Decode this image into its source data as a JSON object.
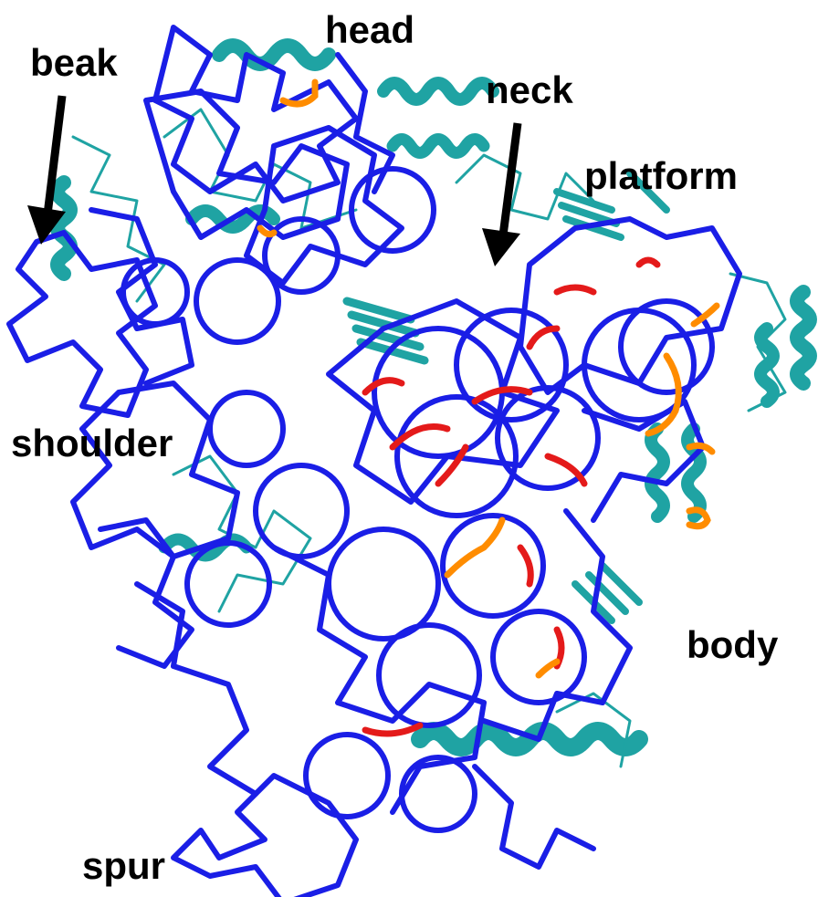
{
  "diagram": {
    "labels": {
      "head": "head",
      "beak": "beak",
      "neck": "neck",
      "platform": "platform",
      "shoulder": "shoulder",
      "body": "body",
      "spur": "spur"
    },
    "colors": {
      "rna_backbone": "#1a1ee6",
      "protein": "#1fa3a3",
      "highlight_red": "#e41a1a",
      "highlight_orange": "#ff8c00",
      "label_text": "#000000",
      "arrow": "#000000"
    }
  }
}
